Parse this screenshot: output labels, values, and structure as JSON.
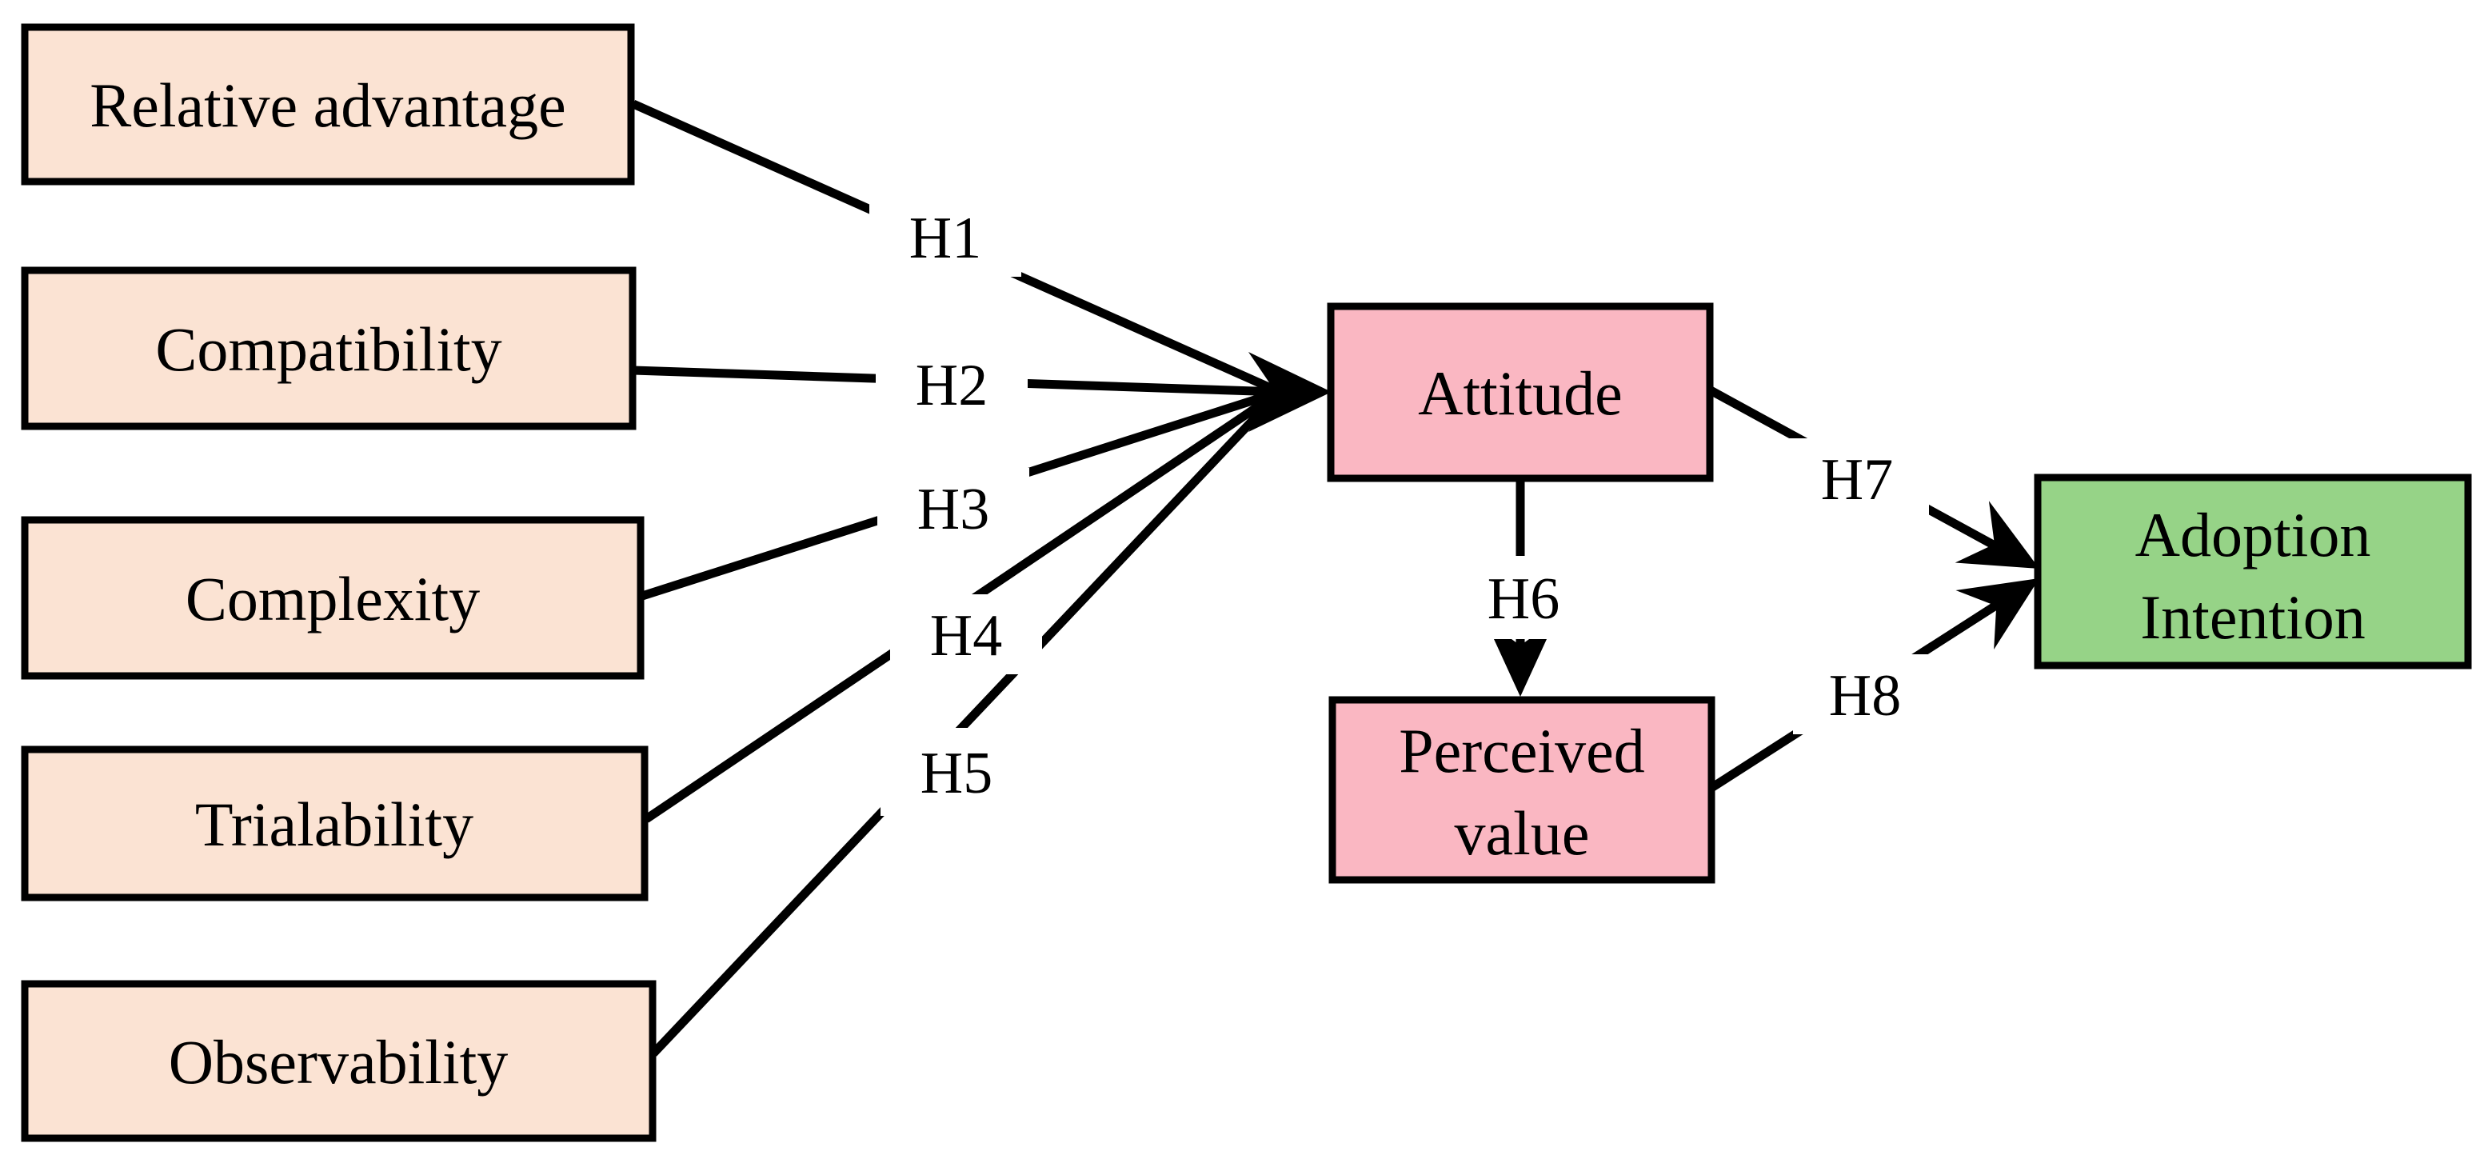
{
  "figure": {
    "background": "#ffffff",
    "colors": {
      "predictor_fill": "#fbe3d3",
      "mediator_fill": "#fab7c2",
      "outcome_fill": "#96d387",
      "line": "#000000"
    },
    "predictors": [
      {
        "label": "Relative advantage"
      },
      {
        "label": "Compatibility"
      },
      {
        "label": "Complexity"
      },
      {
        "label": "Trialability"
      },
      {
        "label": "Observability"
      }
    ],
    "mediators": {
      "attitude": {
        "label": "Attitude"
      },
      "perceived_value": {
        "line1": "Perceived",
        "line2": "value"
      }
    },
    "outcome": {
      "line1": "Adoption",
      "line2": "Intention"
    },
    "hypotheses": {
      "h1": "H1",
      "h2": "H2",
      "h3": "H3",
      "h4": "H4",
      "h5": "H5",
      "h6": "H6",
      "h7": "H7",
      "h8": "H8"
    }
  }
}
